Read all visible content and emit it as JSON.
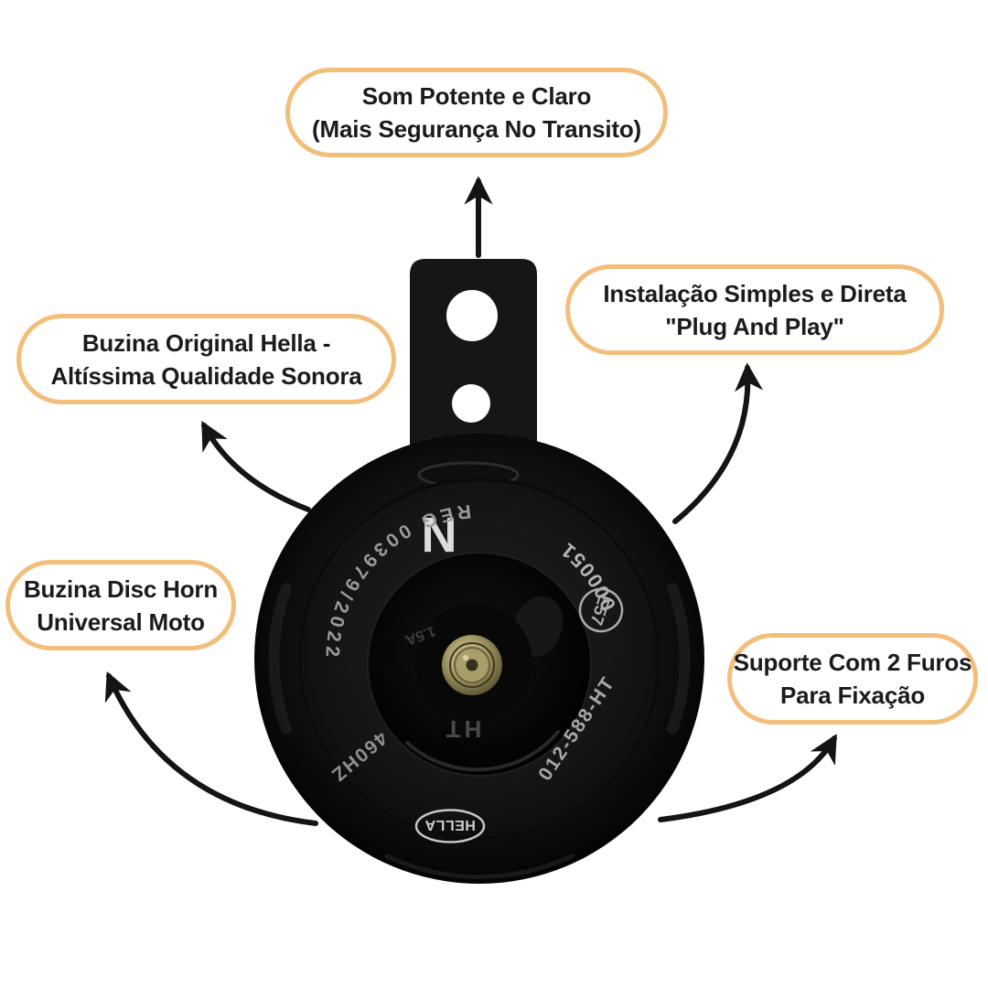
{
  "style": {
    "accent_color": "#f2be7a",
    "arrow_color": "#141414",
    "bubble_text_color": "#1b1b1b",
    "background_color": "#ffffff"
  },
  "callouts": [
    {
      "id": "sound",
      "lines": [
        "Som Potente e Claro",
        "(Mais Segurança No Transito)"
      ]
    },
    {
      "id": "install",
      "lines": [
        "Instalação Simples e Direta",
        "\"Plug And Play\""
      ]
    },
    {
      "id": "original",
      "lines": [
        "Buzina Original Hella -",
        "Altíssima Qualidade Sonora"
      ]
    },
    {
      "id": "disc",
      "lines": [
        "Buzina Disc Horn",
        "Universal Moto"
      ]
    },
    {
      "id": "bracket",
      "lines": [
        "Suporte Com 2 Furos",
        "Para Fixação"
      ]
    }
  ],
  "product": {
    "markings": {
      "logo_n": "N",
      "reg": "REG 003979/2022",
      "serial": "000051",
      "e_mark": "E57",
      "current": "1.5A",
      "model": "HT",
      "frequency": "460HZ",
      "part_number": "012-588-HT",
      "brand": "HELLA"
    }
  }
}
